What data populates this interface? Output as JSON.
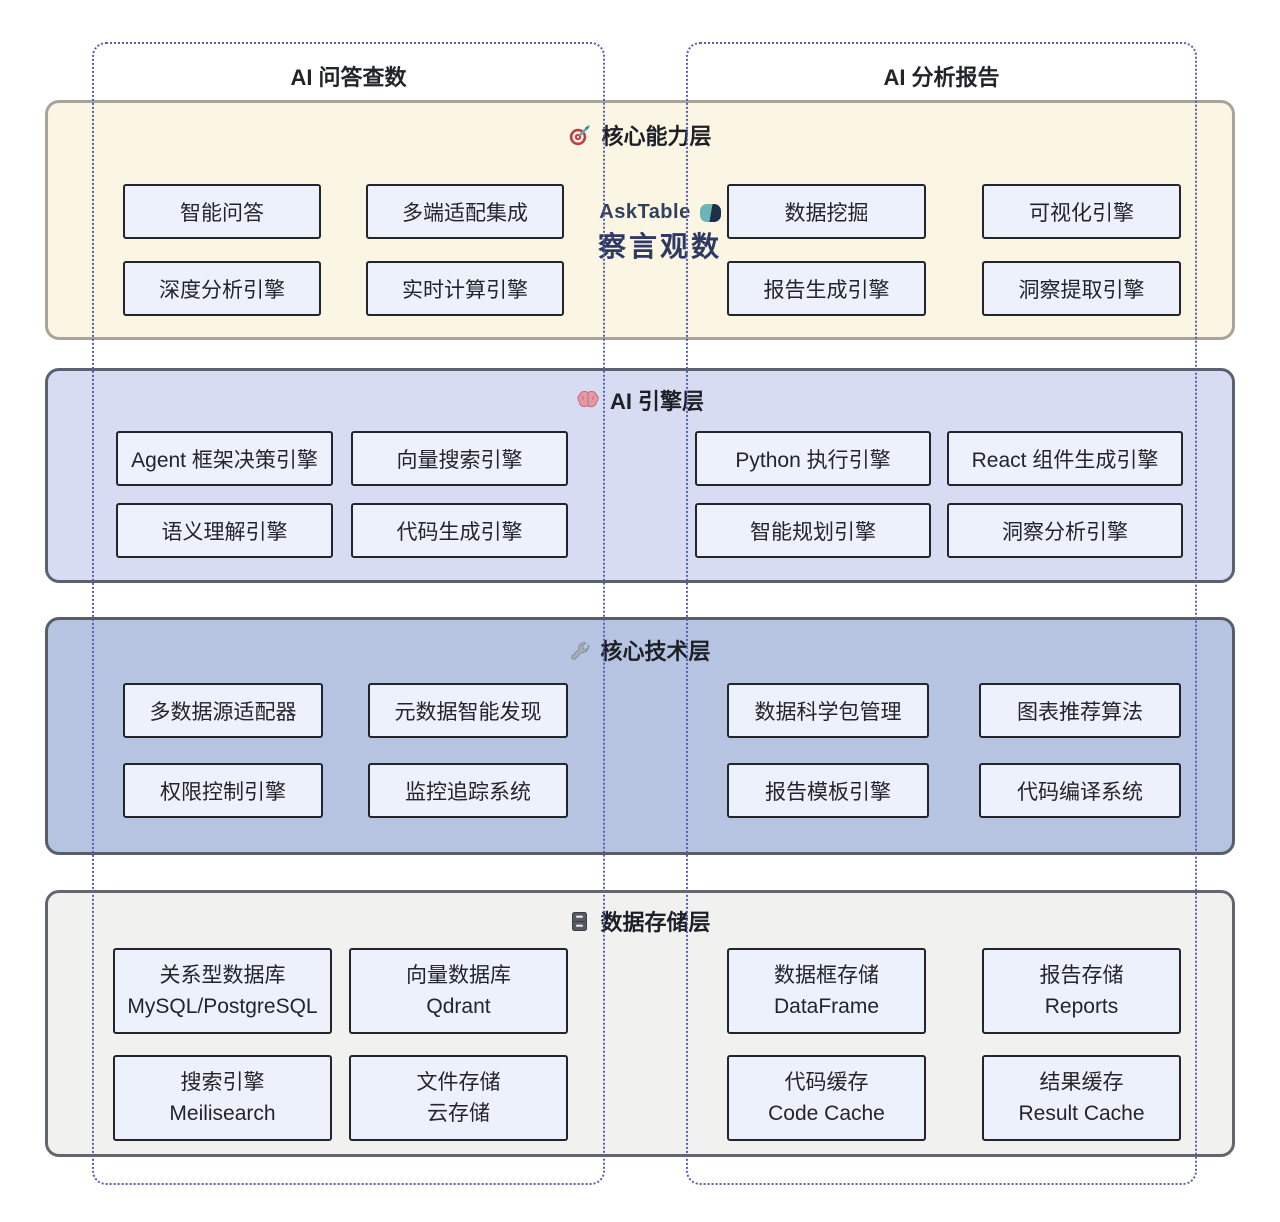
{
  "columns": {
    "left": {
      "title": "AI 问答查数"
    },
    "right": {
      "title": "AI 分析报告"
    }
  },
  "logo": {
    "brand": "AskTable",
    "subtitle": "察言观数",
    "mark_icon": "asktable-mark",
    "teal": "#6cb4b6",
    "navy": "#1d3049",
    "text_color": "#2e3a63"
  },
  "layers": [
    {
      "title": "核心能力层",
      "icon": "target-icon",
      "bg": "#fbf5e3",
      "border": "#a9a39b",
      "left_boxes": [
        "智能问答",
        "多端适配集成",
        "深度分析引擎",
        "实时计算引擎"
      ],
      "right_boxes": [
        "数据挖掘",
        "可视化引擎",
        "报告生成引擎",
        "洞察提取引擎"
      ]
    },
    {
      "title": "AI 引擎层",
      "icon": "brain-icon",
      "bg": "#d8dcf2",
      "border": "#5c6170",
      "left_boxes": [
        "Agent 框架决策引擎",
        "向量搜索引擎",
        "语义理解引擎",
        "代码生成引擎"
      ],
      "right_boxes": [
        "Python 执行引擎",
        "React 组件生成引擎",
        "智能规划引擎",
        "洞察分析引擎"
      ]
    },
    {
      "title": "核心技术层",
      "icon": "wrench-icon",
      "bg": "#b6c3e1",
      "border": "#585d68",
      "left_boxes": [
        "多数据源适配器",
        "元数据智能发现",
        "权限控制引擎",
        "监控追踪系统"
      ],
      "right_boxes": [
        "数据科学包管理",
        "图表推荐算法",
        "报告模板引擎",
        "代码编译系统"
      ]
    },
    {
      "title": "数据存储层",
      "icon": "cabinet-icon",
      "bg": "#f1f1ef",
      "border": "#63666e",
      "left_boxes": [
        {
          "line1": "关系型数据库",
          "line2": "MySQL/PostgreSQL"
        },
        {
          "line1": "向量数据库",
          "line2": "Qdrant"
        },
        {
          "line1": "搜索引擎",
          "line2": "Meilisearch"
        },
        {
          "line1": "文件存储",
          "line2": "云存储"
        }
      ],
      "right_boxes": [
        {
          "line1": "数据框存储",
          "line2": "DataFrame"
        },
        {
          "line1": "报告存储",
          "line2": "Reports"
        },
        {
          "line1": "代码缓存",
          "line2": "Code Cache"
        },
        {
          "line1": "结果缓存",
          "line2": "Result Cache"
        }
      ]
    }
  ],
  "colors": {
    "dotted_column": "#5661b2",
    "box_bg": "#edf1fb",
    "box_border": "#23252c"
  }
}
